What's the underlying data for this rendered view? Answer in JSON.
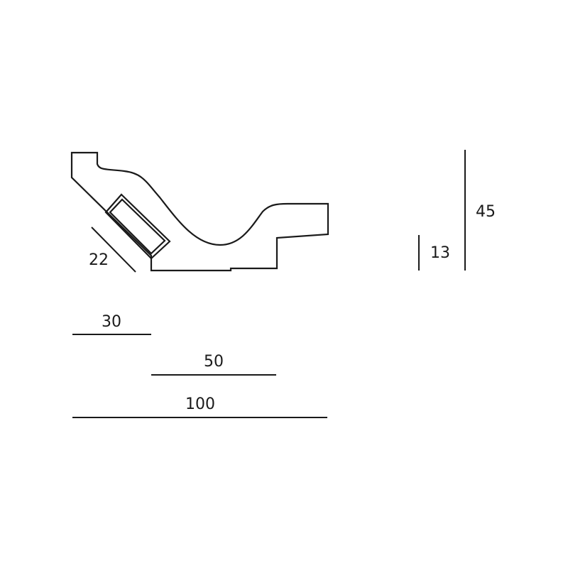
{
  "dimensions": {
    "diagonal": "22",
    "width_30": "30",
    "width_50": "50",
    "width_100": "100",
    "height_13": "13",
    "height_45": "45"
  },
  "colors": {
    "line": "#1a1a1a",
    "background": "#ffffff"
  }
}
